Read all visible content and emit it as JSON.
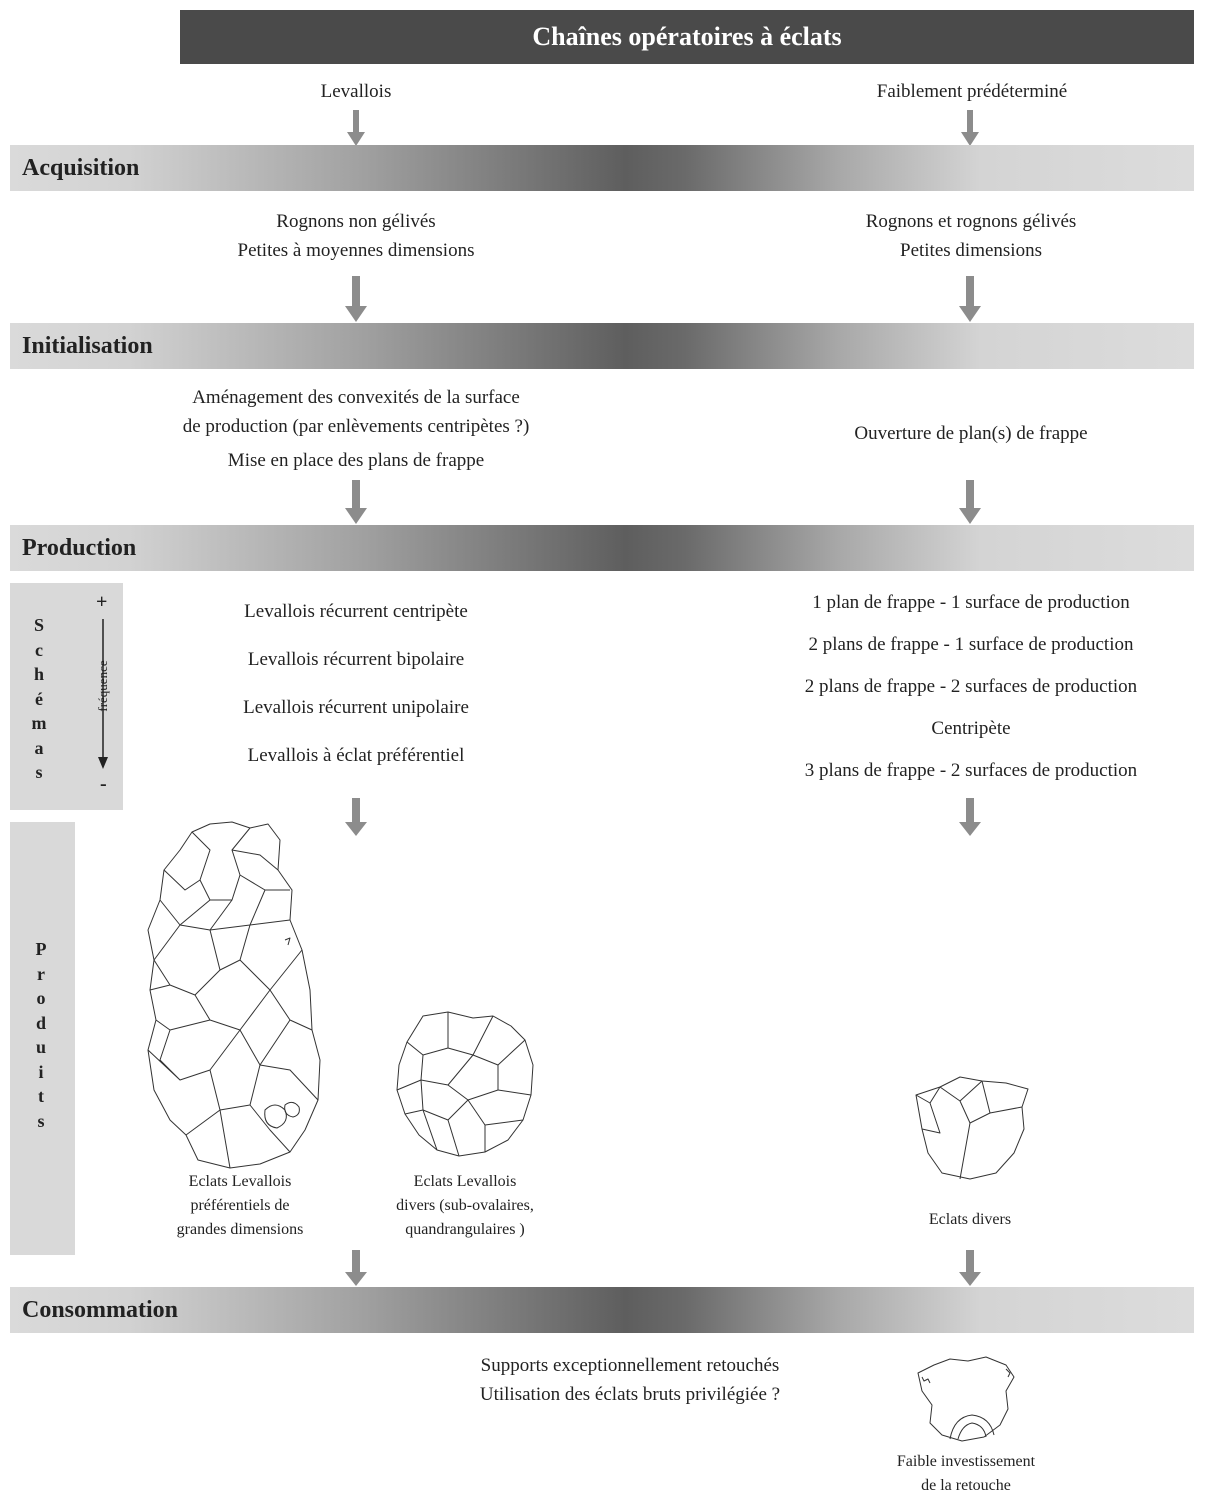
{
  "title": "Chaînes opératoires à éclats",
  "columns": {
    "left": "Levallois",
    "right": "Faiblement prédéterminé"
  },
  "stages": {
    "acquisition": "Acquisition",
    "initialisation": "Initialisation",
    "production": "Production",
    "consommation": "Consommation"
  },
  "acquisition": {
    "left": [
      "Rognons non gélivés",
      "Petites à moyennes dimensions"
    ],
    "right": [
      "Rognons et rognons gélivés",
      "Petites dimensions"
    ]
  },
  "initialisation": {
    "left": [
      "Aménagement des convexités de la surface",
      "de production (par enlèvements centripètes ?)",
      "Mise en place des plans de frappe"
    ],
    "right": "Ouverture de plan(s) de frappe"
  },
  "schemas": {
    "label_letters": [
      "S",
      "c",
      "h",
      "é",
      "m",
      "a",
      "s"
    ],
    "plus": "+",
    "minus": "-",
    "frequency_label": "fréquence",
    "left": [
      "Levallois récurrent centripète",
      "Levallois récurrent bipolaire",
      "Levallois récurrent unipolaire",
      "Levallois à éclat préférentiel"
    ],
    "right": [
      "1 plan de frappe - 1 surface de production",
      "2 plans de frappe - 1 surface de production",
      "2 plans de frappe - 2 surfaces de production",
      "Centripète",
      "3 plans de frappe - 2 surfaces de production"
    ]
  },
  "produits": {
    "label_letters": [
      "P",
      "r",
      "o",
      "d",
      "u",
      "i",
      "t",
      "s"
    ],
    "caption_1": [
      "Eclats Levallois",
      "préférentiels de",
      "grandes dimensions"
    ],
    "caption_2": [
      "Eclats Levallois",
      "divers (sub-ovalaires,",
      "quandrangulaires )"
    ],
    "caption_3": "Eclats divers"
  },
  "consommation": {
    "text": [
      "Supports exceptionnellement retouchés",
      "Utilisation des éclats bruts privilégiée ?"
    ],
    "caption": [
      "Faible investissement",
      "de la retouche"
    ]
  },
  "colors": {
    "title_bar": "#4a4a4a",
    "arrow": "#8c8c8c",
    "side_box": "#d9d9d9"
  }
}
